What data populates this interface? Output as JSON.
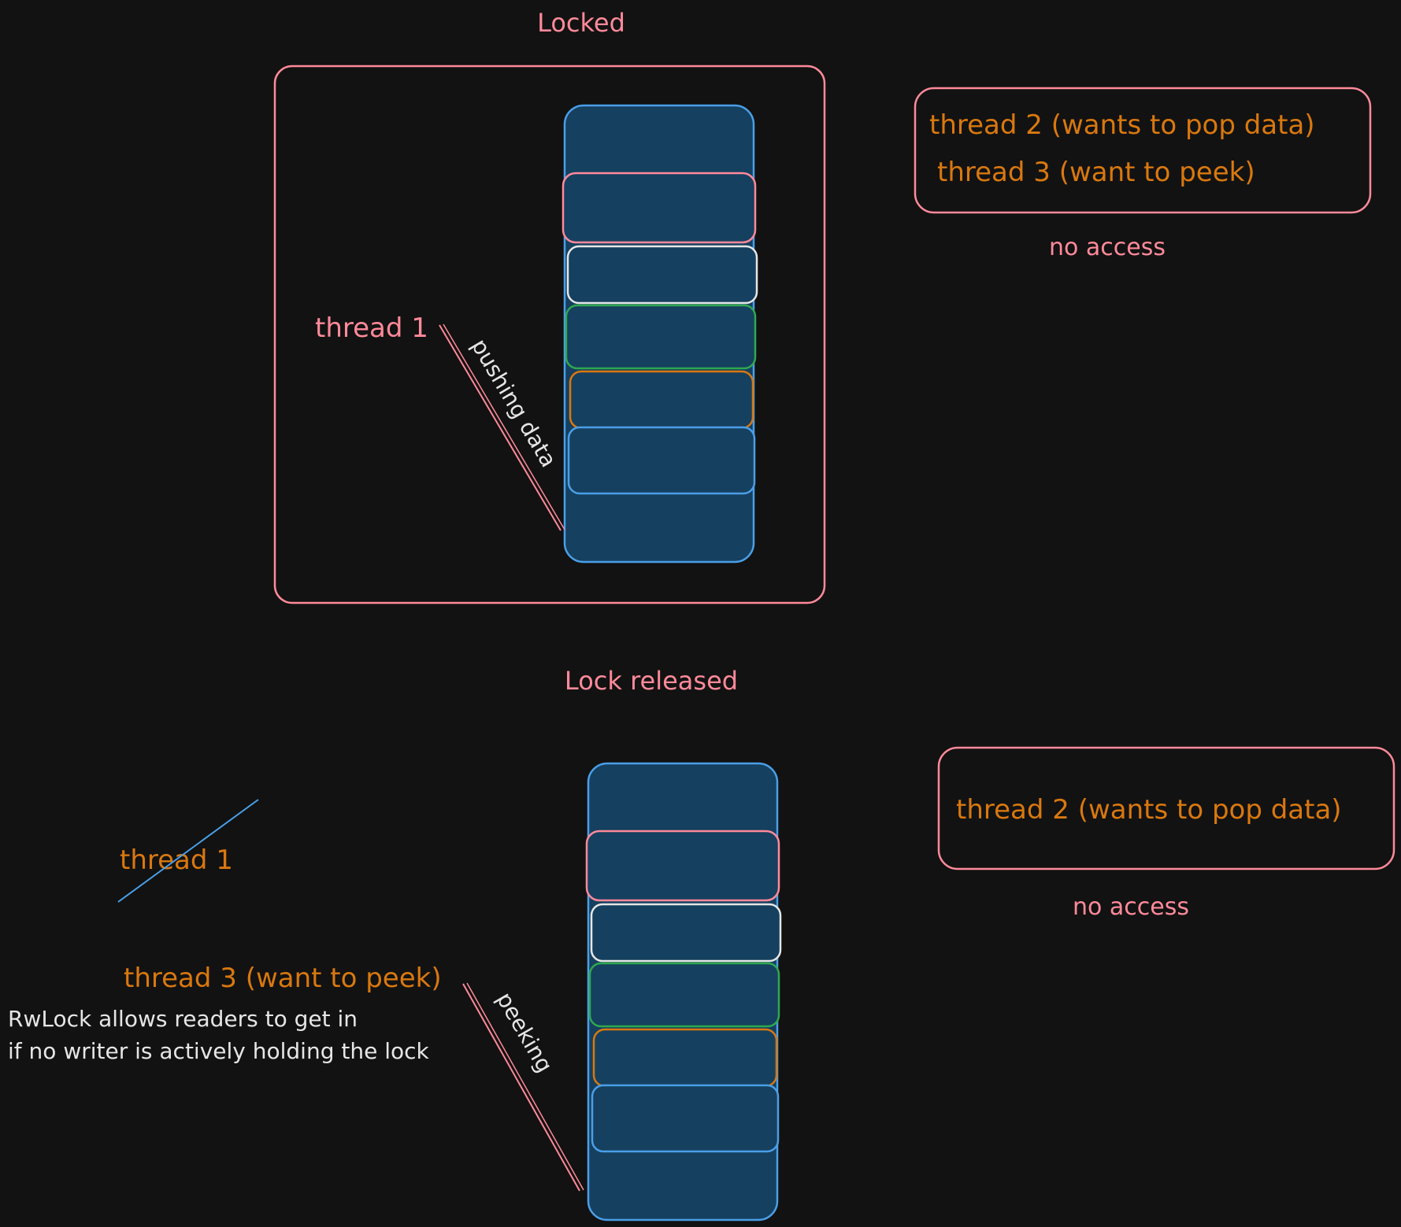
{
  "colors": {
    "background": "#121212",
    "pink": "#ff8a9a",
    "orange": "#d9780f",
    "white": "#e6e6e6",
    "blue": "#4a9fe8",
    "green": "#2fa84f",
    "block_fill": "#16405f"
  },
  "top": {
    "title": "Locked",
    "writer_label": "thread 1",
    "writer_action": "pushing data",
    "waiting": [
      "thread 2 (wants to pop data)",
      "thread 3 (want to peek)"
    ],
    "status": "no access"
  },
  "bottom": {
    "title": "Lock released",
    "finished_writer": "thread 1",
    "reader_label": "thread 3 (want to peek)",
    "reader_action": "peeking",
    "note_line1": "RwLock allows readers to get in",
    "note_line2": "if no writer is actively holding the lock",
    "waiting": [
      "thread 2 (wants to pop data)"
    ],
    "status": "no access"
  },
  "stack_layers": [
    "pink",
    "white",
    "green",
    "orange",
    "blue"
  ]
}
